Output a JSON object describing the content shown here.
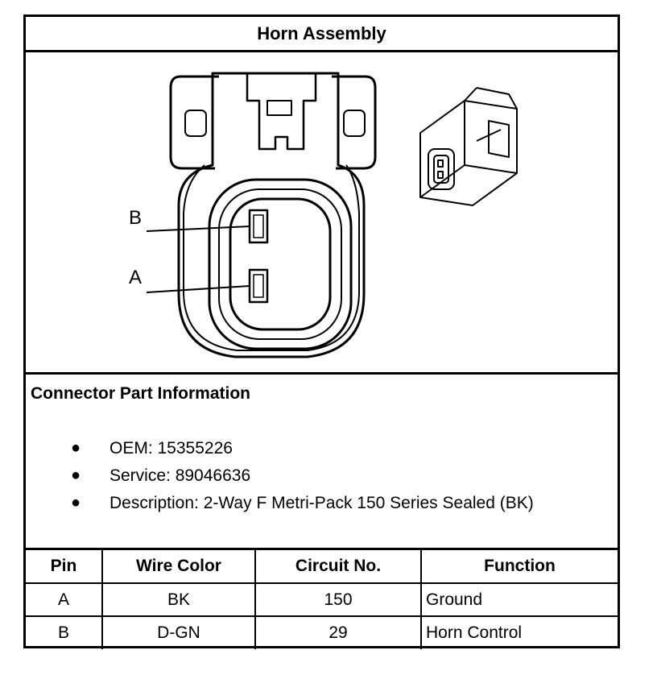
{
  "title": "Horn Assembly",
  "pin_labels": {
    "b": "B",
    "a": "A"
  },
  "connector_info": {
    "heading": "Connector Part Information",
    "items": [
      "OEM: 15355226",
      "Service: 89046636",
      "Description: 2-Way F Metri-Pack 150 Series Sealed (BK)"
    ]
  },
  "pin_table": {
    "headers": [
      "Pin",
      "Wire Color",
      "Circuit No.",
      "Function"
    ],
    "rows": [
      [
        "A",
        "BK",
        "150",
        "Ground"
      ],
      [
        "B",
        "D-GN",
        "29",
        "Horn Control"
      ]
    ]
  }
}
